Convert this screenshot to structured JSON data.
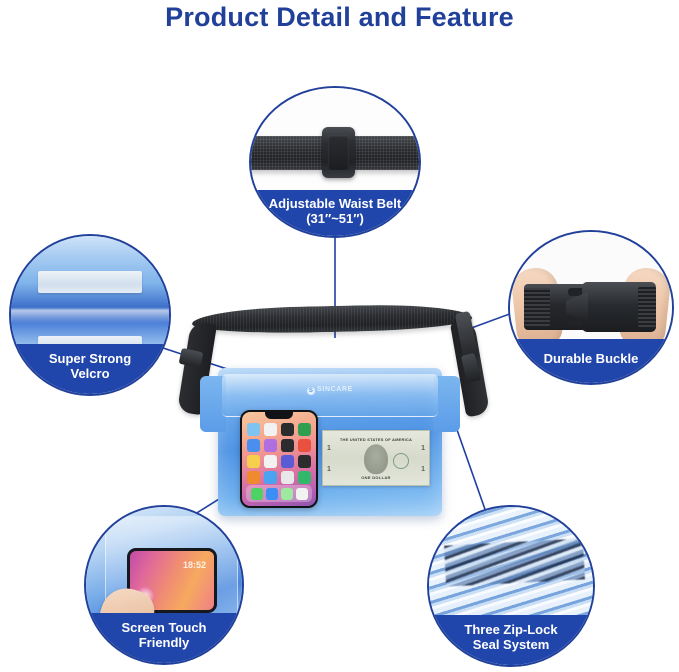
{
  "page": {
    "title": "Product Detail and Feature",
    "title_color": "#21409a",
    "banner_color": "#2146ab",
    "line_color": "#1f3fa0",
    "background": "#ffffff"
  },
  "callouts": [
    {
      "id": "adjustable-waist-belt",
      "label_lines": [
        "Adjustable Waist Belt",
        "(31″~51″)"
      ],
      "icon": "belt-icon",
      "photo_alt": "black webbing waist belt with slider adjuster"
    },
    {
      "id": "super-strong-velcro",
      "label_lines": [
        "Super Strong",
        "Velcro"
      ],
      "icon": "velcro-icon",
      "photo_alt": "blue translucent pouch closure with two white velcro strips"
    },
    {
      "id": "durable-buckle",
      "label_lines": [
        "Durable Buckle"
      ],
      "icon": "buckle-icon",
      "photo_alt": "hands holding black side-release buckle halves"
    },
    {
      "id": "screen-touch-friendly",
      "label_lines": [
        "Screen Touch",
        "Friendly"
      ],
      "icon": "touch-icon",
      "photo_alt": "finger tapping phone screen through clear blue pouch"
    },
    {
      "id": "three-zip-lock-seal-system",
      "label_lines": [
        "Three Zip-Lock",
        "Seal System"
      ],
      "icon": "ziplock-icon",
      "photo_alt": "close-up of three diagonal zip-lock seal strips"
    }
  ],
  "product": {
    "name": "waterproof waist pouch",
    "color": "#5b9ce8",
    "brand": {
      "mark": "S",
      "text": "SINCARE"
    },
    "contents": {
      "phone": {
        "label": "smartphone",
        "app_colors": [
          "#7fc3f0",
          "#f2f2f2",
          "#2c2c2e",
          "#2f9e4f",
          "#4a8ef0",
          "#b06fe0",
          "#2c2c2e",
          "#e8513e",
          "#f6d04d",
          "#f2f2f2",
          "#5b5bd6",
          "#2c2c2e",
          "#f08a2f",
          "#4aa3f0",
          "#e8e8e8",
          "#33b86b"
        ],
        "dock_colors": [
          "#4cd364",
          "#3b8ef5",
          "#9fe89f",
          "#f2f2f2"
        ]
      },
      "money": {
        "label": "one dollar bill",
        "top_text": "THE UNITED STATES OF AMERICA",
        "bottom_text": "ONE DOLLAR",
        "denomination": "1"
      }
    }
  }
}
